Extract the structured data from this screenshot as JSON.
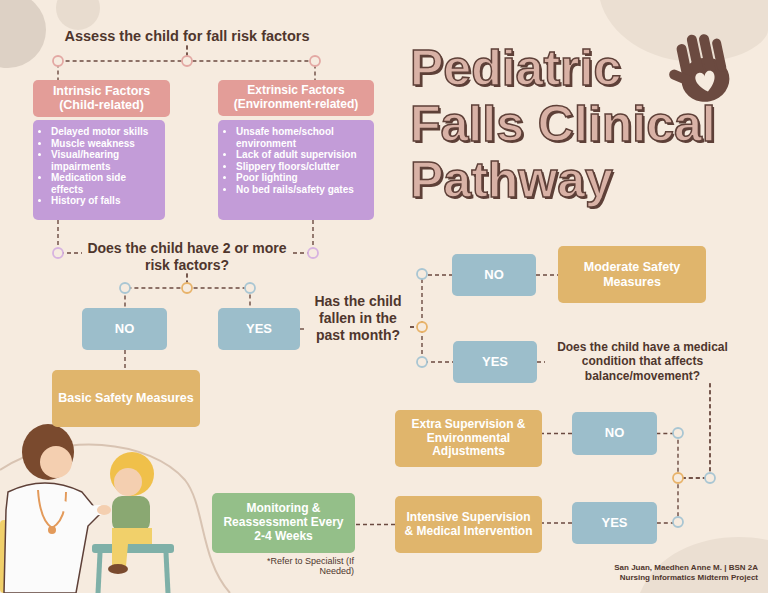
{
  "diagram": {
    "title": "Pediatric Falls Clinical Pathway",
    "nodes": [
      {
        "text": [
          "Assess the child for fall risk factors"
        ]
      },
      {
        "text": [
          "Intrinsic Factors (Child-related)"
        ]
      },
      {
        "text": [
          "Delayed motor skills",
          "Muscle weakness",
          "Visual/hearing impairments",
          "Medication side effects",
          "History of falls"
        ]
      },
      {
        "text": [
          "Extrinsic Factors (Environment-related)"
        ]
      },
      {
        "text": [
          "Unsafe home/school environment",
          "Lack of adult supervision",
          "Slippery floors/clutter",
          "Poor lighting",
          "No bed rails/safety gates"
        ]
      },
      {
        "text": [
          "Does the child have 2 or more risk factors?"
        ]
      },
      {
        "text": [
          "NO"
        ]
      },
      {
        "text": [
          "YES"
        ]
      },
      {
        "text": [
          "Basic Safety Measures"
        ]
      },
      {
        "text": [
          "Has the child fallen in the past month?"
        ]
      },
      {
        "text": [
          "NO"
        ]
      },
      {
        "text": [
          "Moderate Safety Measures"
        ]
      },
      {
        "text": [
          "YES"
        ]
      },
      {
        "text": [
          "Does the child have a medical condition that affects balance/movement?"
        ]
      },
      {
        "text": [
          "Extra Supervision & Environmental Adjustments"
        ]
      },
      {
        "text": [
          "NO"
        ]
      },
      {
        "text": [
          "YES"
        ]
      },
      {
        "text": [
          "Intensive Supervision & Medical Intervention"
        ]
      },
      {
        "text": [
          "Monitoring & Reassessment Every 2-4 Weeks"
        ]
      }
    ],
    "edges": [
      {
        "from": 0,
        "to": 1,
        "arrow": "none"
      },
      {
        "from": 0,
        "to": 3,
        "arrow": "none"
      },
      {
        "from": 2,
        "to": 5,
        "arrow": "none"
      },
      {
        "from": 4,
        "to": 5,
        "arrow": "none"
      },
      {
        "from": 5,
        "to": 6,
        "arrow": "none"
      },
      {
        "from": 5,
        "to": 7,
        "arrow": "none"
      },
      {
        "from": 6,
        "to": 8,
        "arrow": "none"
      },
      {
        "from": 7,
        "to": 9,
        "arrow": "none"
      },
      {
        "from": 9,
        "to": 10,
        "arrow": "none"
      },
      {
        "from": 9,
        "to": 12,
        "arrow": "none"
      },
      {
        "from": 10,
        "to": 11,
        "arrow": "none"
      },
      {
        "from": 12,
        "to": 13,
        "arrow": "none"
      },
      {
        "from": 13,
        "to": 15,
        "arrow": "none"
      },
      {
        "from": 13,
        "to": 16,
        "arrow": "none"
      },
      {
        "from": 15,
        "to": 14,
        "arrow": "none"
      },
      {
        "from": 16,
        "to": 17,
        "arrow": "none"
      },
      {
        "from": 17,
        "to": 18,
        "arrow": "none"
      }
    ],
    "labels": [
      "*Refer to Specialist (If Needed)",
      "San Juan, Maedhen Anne M. | BSN 2A",
      "Nursing Informatics Midterm Project"
    ]
  }
}
